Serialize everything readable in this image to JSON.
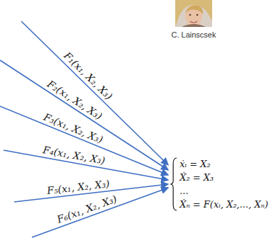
{
  "diagram": {
    "labels": [
      "C. Lainscsek",
      "F₁(x₁, X₂, X₃)",
      "F₂(x₁, X₂, X₃)",
      "F₃(x₁, X₂, X₃)",
      "F₄(x₁, X₂, X₃)",
      "F₅(x₁, X₂, X₃)",
      "F₆(x₁, X₂, X₃)",
      "ẋᵢ = X₂",
      "Ẋ₂ = X₃",
      "...",
      "Ẋₙ = F(xᵢ, X₂,..., Xₙ)"
    ]
  }
}
